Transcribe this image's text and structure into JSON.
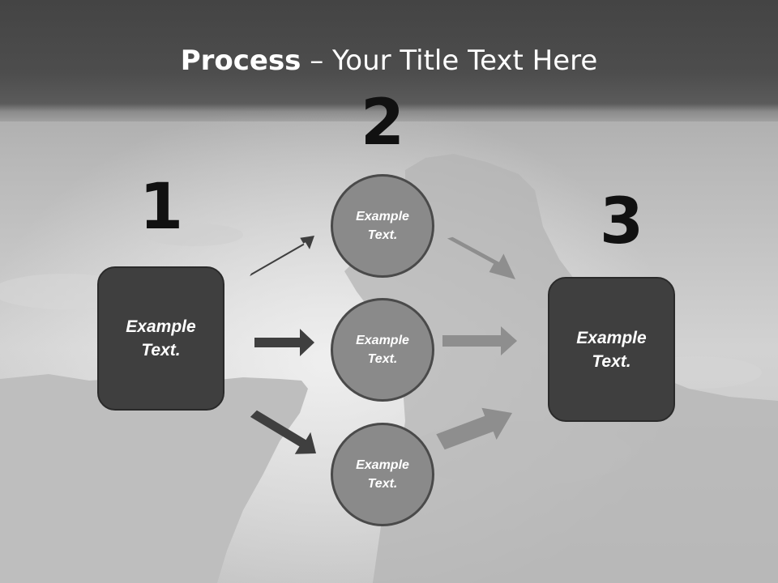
{
  "title": {
    "bold": "Process",
    "rest": " – Your Title Text Here"
  },
  "steps": [
    {
      "number": "1",
      "text": "Example Text."
    },
    {
      "number": "2",
      "items": [
        "Example Text.",
        "Example Text.",
        "Example Text."
      ]
    },
    {
      "number": "3",
      "text": "Example Text."
    }
  ],
  "colors": {
    "title_bar": "#444444",
    "box_fill": "#3f3f3f",
    "circle_fill": "#8a8a8a",
    "arrow_dark": "#3f3f3f",
    "arrow_light": "#8e8e8e"
  }
}
